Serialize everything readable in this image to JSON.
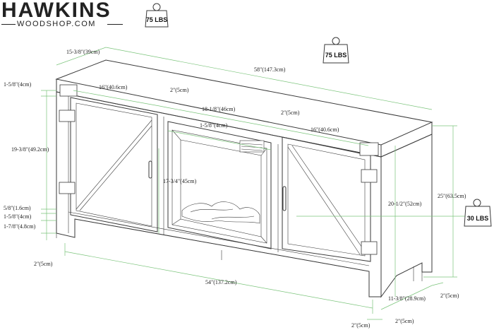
{
  "brand": {
    "name": "HAWKINS",
    "domain": "WOODSHOP.COM"
  },
  "weights": {
    "top_left": "75 LBS",
    "top_right": "75 LBS",
    "side": "30 LBS"
  },
  "dimensions": {
    "width_top": "58\"(147.3cm)",
    "depth_top": "15-3/8\"(39cm)",
    "left_bay": "16\"(40.6cm)",
    "divider_left": "2\"(5cm)",
    "center_bay": "18-1/8\"(46cm)",
    "divider_right": "2\"(5cm)",
    "right_bay": "16\"(40.6cm)",
    "top_thickness": "1-5/8\"(4cm)",
    "center_top": "1-5/8\"(4cm)",
    "door_height": "19-3/8\"(49.2cm)",
    "fireplace_height": "17-3/4\"(45cm)",
    "shelf_5_8": "5/8\"(1.6cm)",
    "shelf_1_5_8": "1-5/8\"(4cm)",
    "shelf_1_7_8": "1-7/8\"(4.8cm)",
    "leg_left": "2\"(5cm)",
    "base_width": "54\"(137.2cm)",
    "inner_height": "20-1/2\"(52cm)",
    "total_height": "25\"(63.5cm)",
    "depth_bottom": "11-3/8\"(28.9cm)",
    "leg_side": "2\"(5cm)",
    "leg_front_a": "2\"(5cm)",
    "leg_front_b": "2\"(5cm)"
  }
}
